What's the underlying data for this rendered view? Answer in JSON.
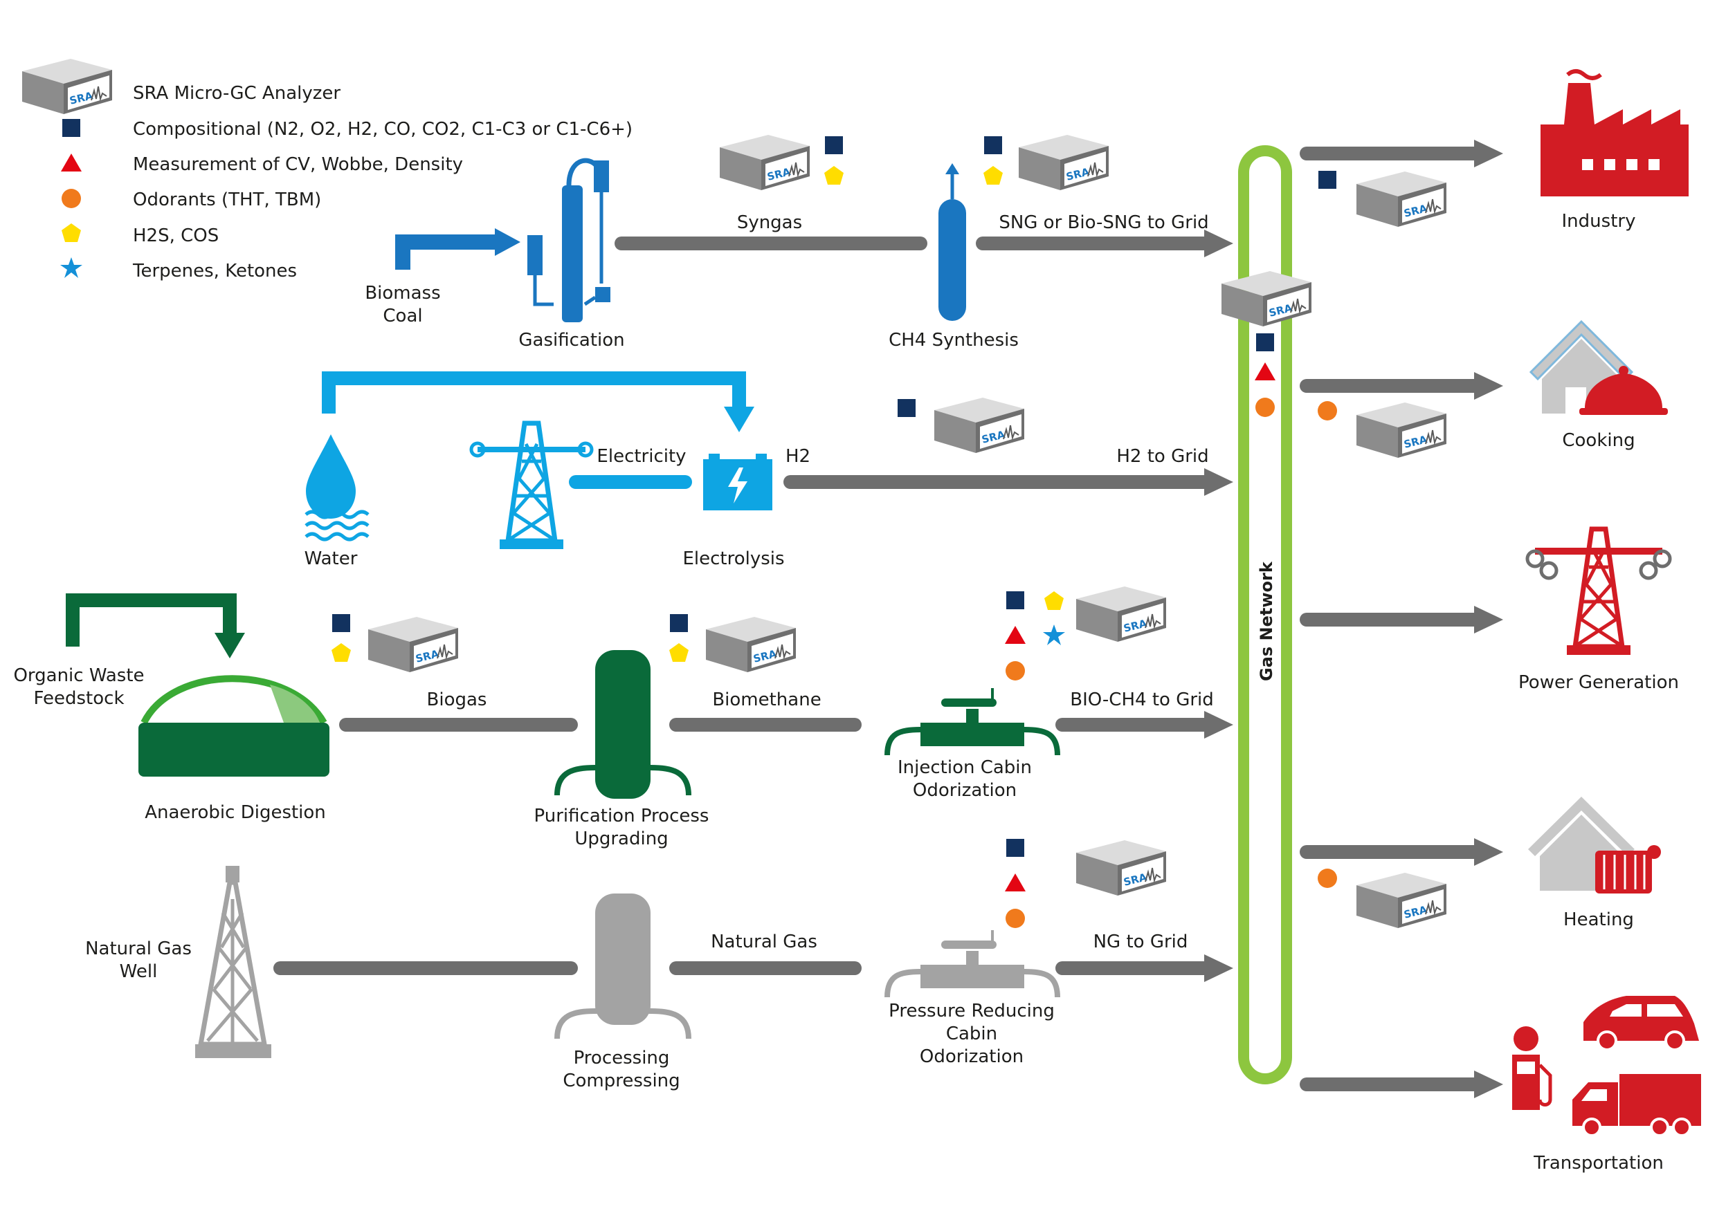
{
  "legend": {
    "analyzer": "SRA Micro-GC Analyzer",
    "compositional": "Compositional (N2, O2, H2, CO, CO2, C1-C3 or C1-C6+)",
    "cv": "Measurement of CV, Wobbe, Density",
    "odorants": "Odorants (THT, TBM)",
    "h2s": "H2S, COS",
    "terpenes": "Terpenes, Ketones"
  },
  "analyzer_logo": "SRA",
  "sources": {
    "biomass_line1": "Biomass",
    "biomass_line2": "Coal",
    "water": "Water",
    "organic_line1": "Organic Waste",
    "organic_line2": "Feedstock",
    "ng_well_line1": "Natural Gas",
    "ng_well_line2": "Well"
  },
  "processes": {
    "gasification": "Gasification",
    "ch4_synthesis": "CH4 Synthesis",
    "electrolysis": "Electrolysis",
    "anaerobic": "Anaerobic Digestion",
    "purification_line1": "Purification Process",
    "purification_line2": "Upgrading",
    "injection_line1": "Injection Cabin",
    "injection_line2": "Odorization",
    "processing_line1": "Processing",
    "processing_line2": "Compressing",
    "pressure_line1": "Pressure Reducing",
    "pressure_line2": "Cabin",
    "pressure_line3": "Odorization"
  },
  "flows": {
    "syngas": "Syngas",
    "sng_grid": "SNG or Bio-SNG to Grid",
    "electricity": "Electricity",
    "h2": "H2",
    "h2_grid": "H2 to Grid",
    "biogas": "Biogas",
    "biomethane": "Biomethane",
    "bio_ch4_grid": "BIO-CH4 to Grid",
    "natural_gas": "Natural Gas",
    "ng_grid": "NG to Grid"
  },
  "network": "Gas Network",
  "consumers": {
    "industry": "Industry",
    "cooking": "Cooking",
    "power": "Power Generation",
    "heating": "Heating",
    "transportation": "Transportation"
  },
  "colors": {
    "compositional": "#12325f",
    "cv": "#e30613",
    "odorant": "#f07a1c",
    "h2s": "#ffdd00",
    "terpenes": "#1490d8",
    "arrow_gray": "#6e6e6e",
    "network_green": "#8dc63f",
    "blue": "#1a76c0",
    "light_blue": "#0ea5e3",
    "dark_green": "#0a6a3a",
    "gray": "#a3a3a3",
    "red": "#d21c24"
  }
}
